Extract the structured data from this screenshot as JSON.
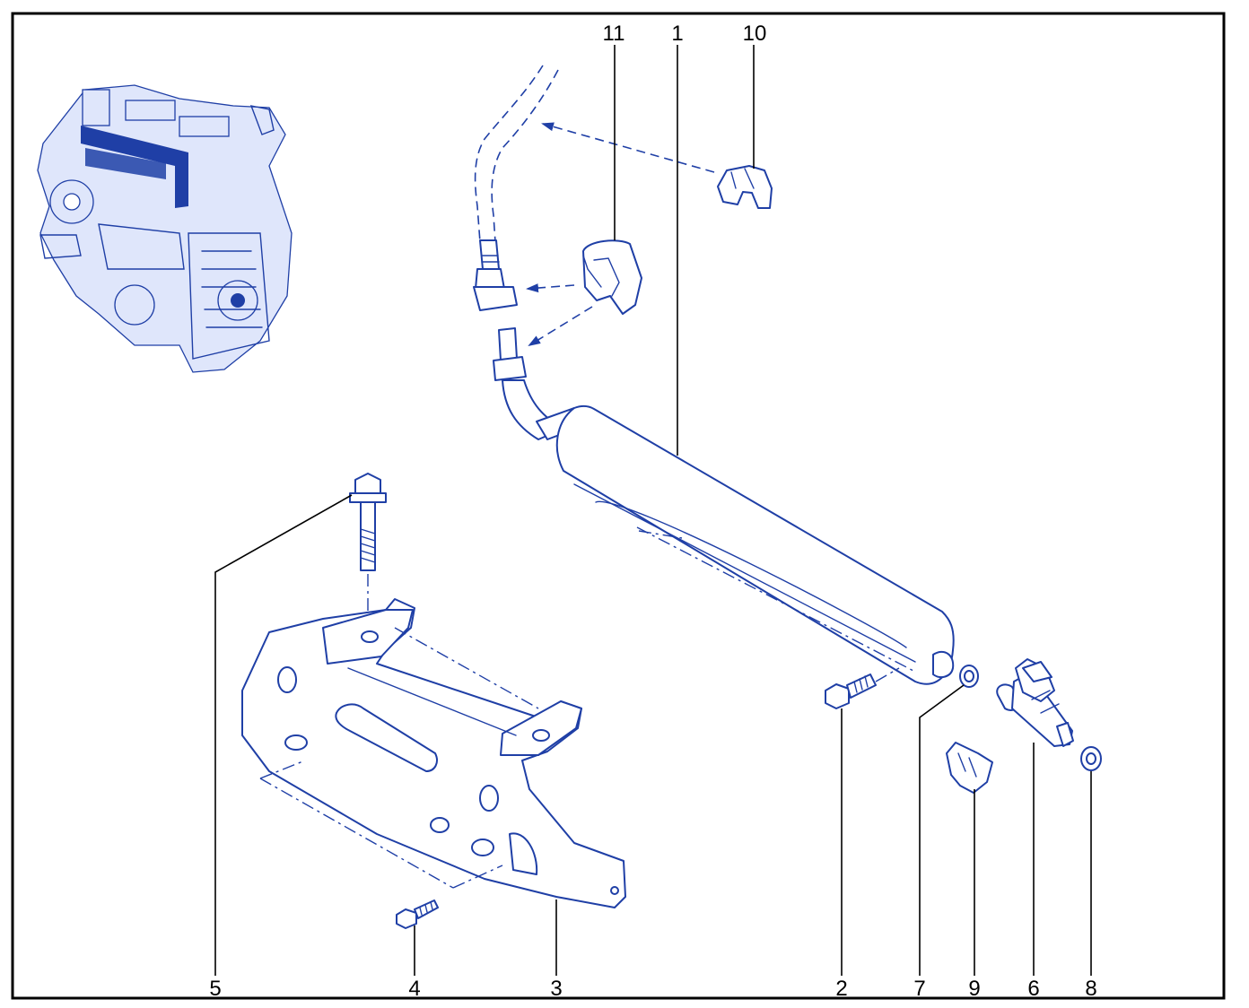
{
  "diagram": {
    "callouts": [
      {
        "id": "1",
        "label": "1"
      },
      {
        "id": "2",
        "label": "2"
      },
      {
        "id": "3",
        "label": "3"
      },
      {
        "id": "4",
        "label": "4"
      },
      {
        "id": "5",
        "label": "5"
      },
      {
        "id": "6",
        "label": "6"
      },
      {
        "id": "7",
        "label": "7"
      },
      {
        "id": "8",
        "label": "8"
      },
      {
        "id": "9",
        "label": "9"
      },
      {
        "id": "10",
        "label": "10"
      },
      {
        "id": "11",
        "label": "11"
      }
    ],
    "colors": {
      "line_art": "#1f3fa6",
      "frame": "#000000",
      "background": "#ffffff"
    }
  }
}
